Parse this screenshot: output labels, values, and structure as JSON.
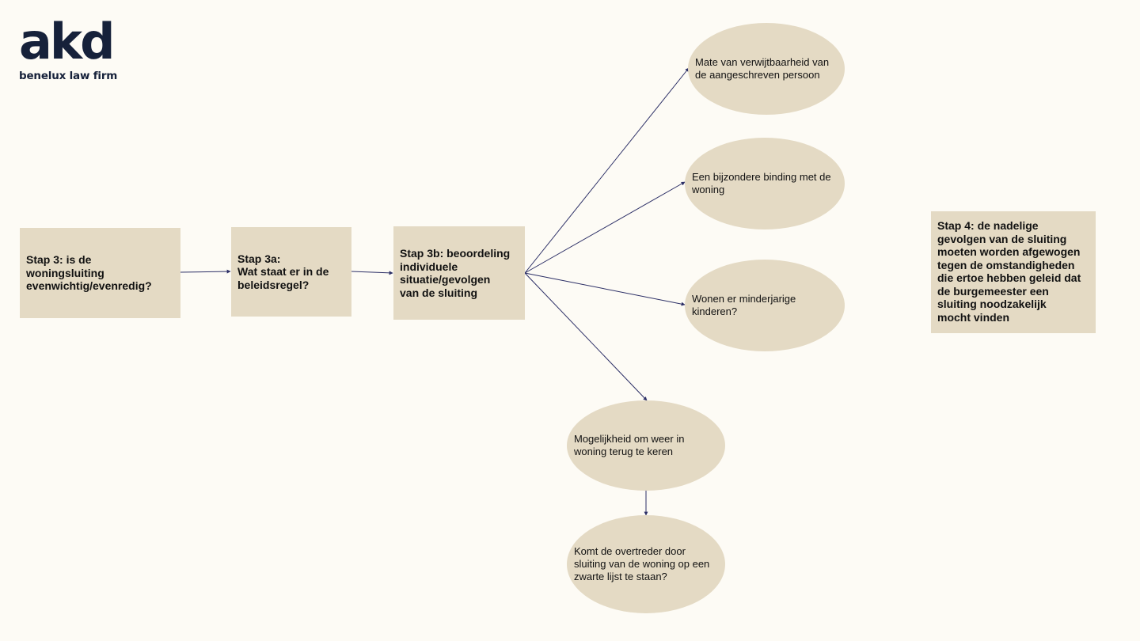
{
  "logo": {
    "wordmark": "akd",
    "tagline": "benelux law firm"
  },
  "colors": {
    "background": "#fdfbf5",
    "shape_fill": "#e4dac4",
    "logo": "#16213a",
    "arrow": "#2c2f66"
  },
  "nodes": {
    "stap3": "Stap 3: is de\nwoningsluiting\nevenwichtig/evenredig?",
    "stap3a": "Stap 3a:\nWat staat er in de\nbeleidsregel?",
    "stap3b": "Stap 3b: beoordeling\nindividuele\nsituatie/gevolgen\nvan de sluiting",
    "stap4": "Stap 4: de nadelige\ngevolgen van de sluiting\nmoeten worden afgewogen\ntegen de omstandigheden\ndie ertoe hebben geleid dat\nde burgemeester een\nsluiting noodzakelijk\nmocht vinden",
    "verwijtbaarheid": "Mate van verwijtbaarheid van\nde aangeschreven persoon",
    "binding": "Een bijzondere binding met de\nwoning",
    "kinderen": "Wonen er minderjarige\nkinderen?",
    "terugkeren": "Mogelijkheid om weer in\nwoning terug te keren",
    "zwarte_lijst": "Komt de overtreder door\nsluiting van de woning op een\nzwarte lijst te staan?"
  }
}
